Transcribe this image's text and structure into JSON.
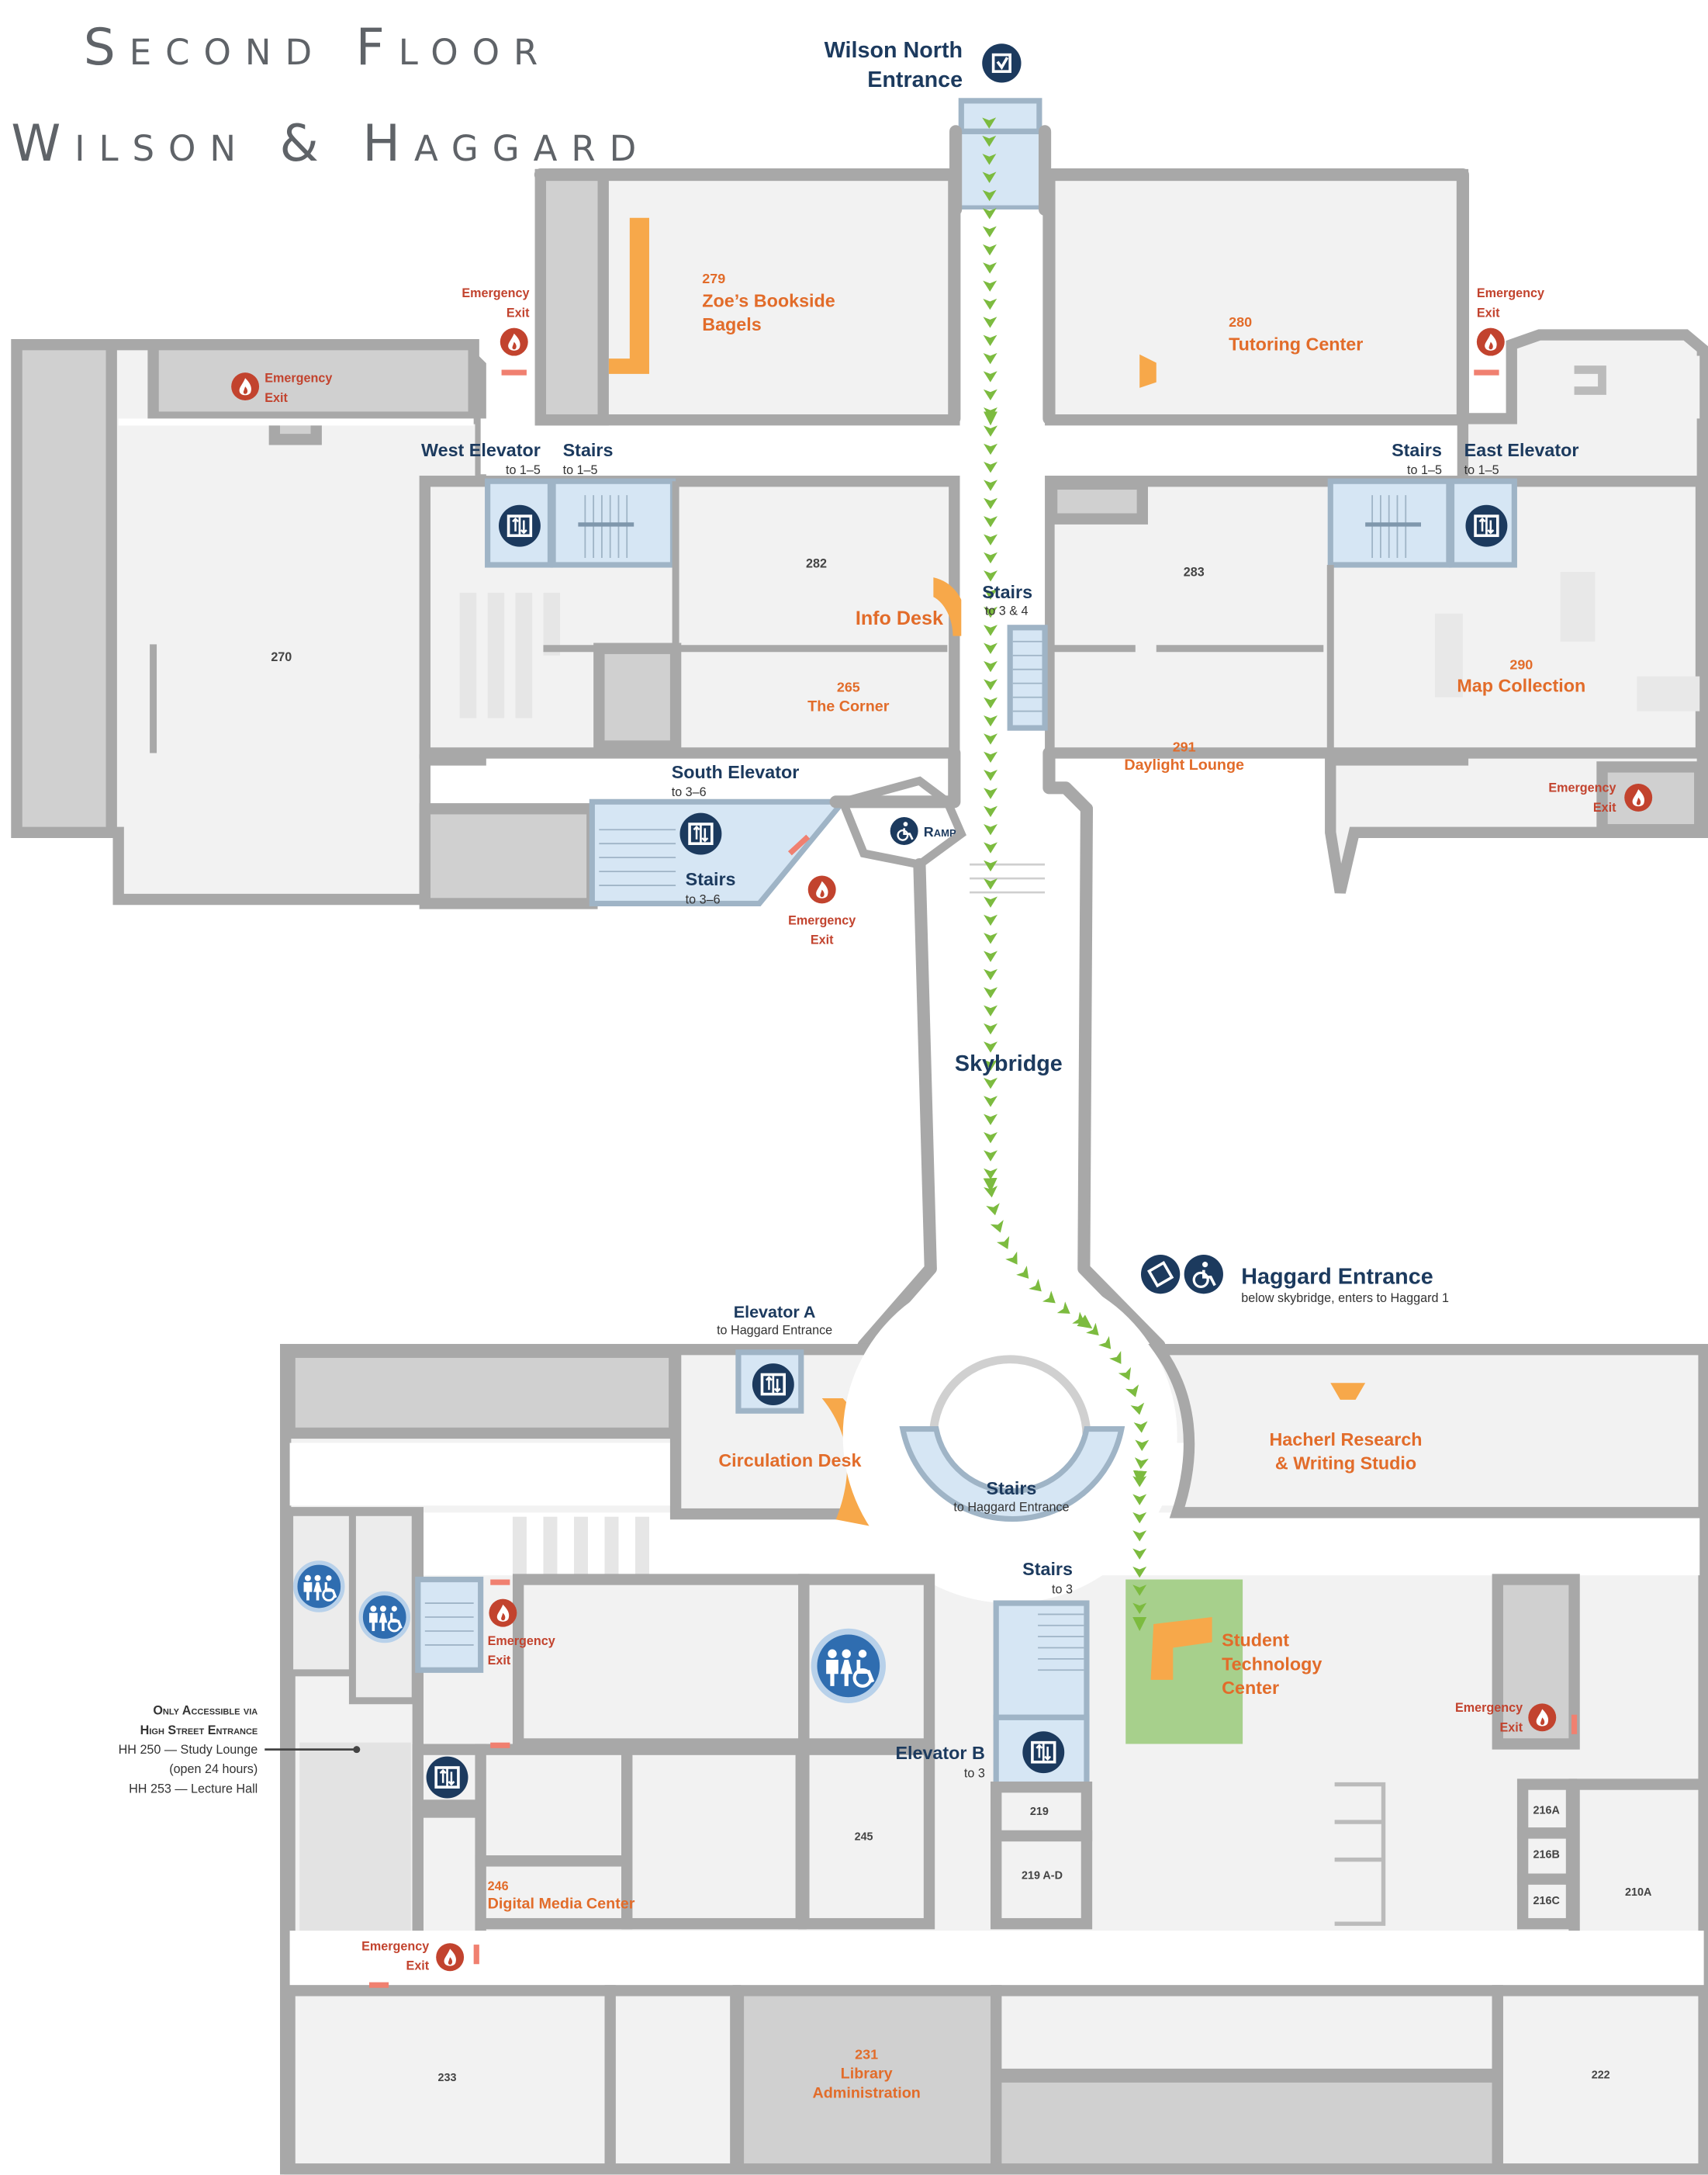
{
  "title": {
    "line1": "Second Floor",
    "line2": "Wilson & Haggard"
  },
  "entrances": {
    "wilson_north": {
      "line1": "Wilson North",
      "line2": "Entrance"
    },
    "haggard": {
      "name": "Haggard Entrance",
      "note": "below skybridge, enters to Haggard 1"
    }
  },
  "skybridge": "Skybridge",
  "ramp": "Ramp",
  "emergency_exit": {
    "line1": "Emergency",
    "line2": "Exit"
  },
  "vertical": {
    "west_elevator": {
      "name": "West Elevator",
      "sub": "to 1–5"
    },
    "west_stairs": {
      "name": "Stairs",
      "sub": "to 1–5"
    },
    "east_stairs": {
      "name": "Stairs",
      "sub": "to 1–5"
    },
    "east_elevator": {
      "name": "East Elevator",
      "sub": "to 1–5"
    },
    "center_stairs": {
      "name": "Stairs",
      "sub": "to 3 & 4"
    },
    "south_elevator": {
      "name": "South Elevator",
      "sub": "to 3–6"
    },
    "south_stairs": {
      "name": "Stairs",
      "sub": "to 3–6"
    },
    "elevator_a": {
      "name": "Elevator A",
      "sub": "to Haggard Entrance"
    },
    "haggard_stairs": {
      "name": "Stairs",
      "sub": "to Haggard Entrance"
    },
    "stairs_3": {
      "name": "Stairs",
      "sub": "to 3"
    },
    "elevator_b": {
      "name": "Elevator B",
      "sub": "to 3"
    }
  },
  "rooms": {
    "r279": {
      "num": "279",
      "line1": "Zoe’s Bookside",
      "line2": "Bagels"
    },
    "r280": {
      "num": "280",
      "name": "Tutoring Center"
    },
    "r270": "270",
    "r282": "282",
    "r283": "283",
    "info_desk": "Info Desk",
    "r265": {
      "num": "265",
      "name": "The Corner"
    },
    "r290": {
      "num": "290",
      "name": "Map Collection"
    },
    "r291": {
      "num": "291",
      "name": "Daylight Lounge"
    },
    "circulation_desk": "Circulation Desk",
    "hacherl": {
      "line1": "Hacherl Research",
      "line2": "& Writing Studio"
    },
    "stc": {
      "line1": "Student",
      "line2": "Technology",
      "line3": "Center"
    },
    "r219": "219",
    "r219ad": "219 A-D",
    "r245": "245",
    "r246": {
      "num": "246",
      "name": "Digital Media Center"
    },
    "r216a": "216A",
    "r216b": "216B",
    "r216c": "216C",
    "r210a": "210A",
    "r233": "233",
    "r231": {
      "num": "231",
      "line1": "Library",
      "line2": "Administration"
    },
    "r222": "222"
  },
  "note": {
    "line1": "Only Accessible via",
    "line2": "High Street Entrance",
    "line3": "HH 250 — Study Lounge",
    "line4": "(open 24 hours)",
    "line5": "HH 253 — Lecture Hall"
  },
  "colors": {
    "orange": "#f7a84a",
    "navy": "#1c3a5e",
    "exit_red": "#c2432e",
    "route_green": "#7cbb3f",
    "stc_green": "#a7d08c"
  },
  "icons": [
    "accessible-entrance-icon",
    "elevator-icon",
    "emergency-exit-icon",
    "ramp-icon",
    "restroom-icon",
    "information-icon"
  ]
}
